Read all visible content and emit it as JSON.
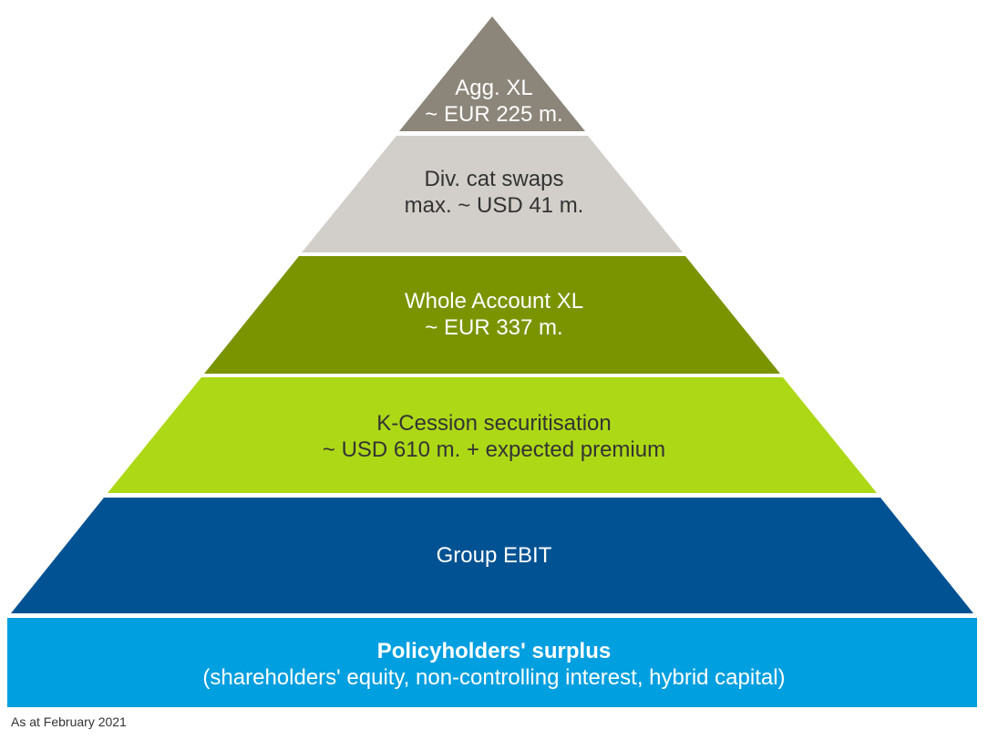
{
  "layers": [
    {
      "line1": "Agg. XL",
      "line2": "~ EUR 225 m.",
      "color": "#8c857a",
      "text_color": "#ffffff"
    },
    {
      "line1": "Div. cat swaps",
      "line2": "max. ~ USD 41 m.",
      "color": "#d2cfca",
      "text_color": "#333333"
    },
    {
      "line1": "Whole Account XL",
      "line2": "~ EUR 337 m.",
      "color": "#7a9400",
      "text_color": "#ffffff"
    },
    {
      "line1": "K-Cession securitisation",
      "line2": "~ USD 610 m. + expected premium",
      "color": "#add816",
      "text_color": "#333333"
    },
    {
      "line1": "Group EBIT",
      "color": "#005293",
      "text_color": "#ffffff"
    }
  ],
  "base": {
    "title": "Policyholders' surplus",
    "subtitle": "(shareholders' equity, non-controlling interest, hybrid capital)",
    "color": "#009fe0",
    "text_color": "#ffffff"
  },
  "footer": "As at February 2021"
}
